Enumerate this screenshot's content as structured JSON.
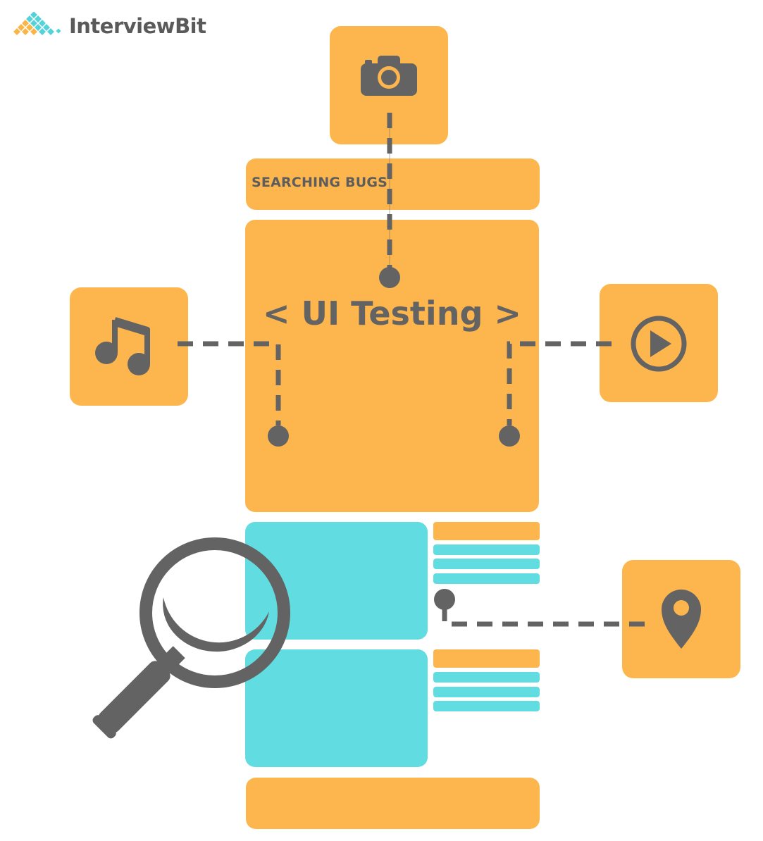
{
  "brand": {
    "name": "InterviewBit"
  },
  "diagram": {
    "header_label": "SEARCHING BUGS",
    "main_title": "< UI Testing >"
  },
  "icons": {
    "top": "camera-icon",
    "left": "music-note-icon",
    "right": "play-button-icon",
    "bottom_right": "location-pin-icon",
    "overlay": "magnifying-glass-icon"
  },
  "colors": {
    "orange": "#FDB64D",
    "cyan": "#61DCE0",
    "gray": "#636363",
    "logo_orange": "#F9B547",
    "logo_teal": "#54D3D8"
  }
}
